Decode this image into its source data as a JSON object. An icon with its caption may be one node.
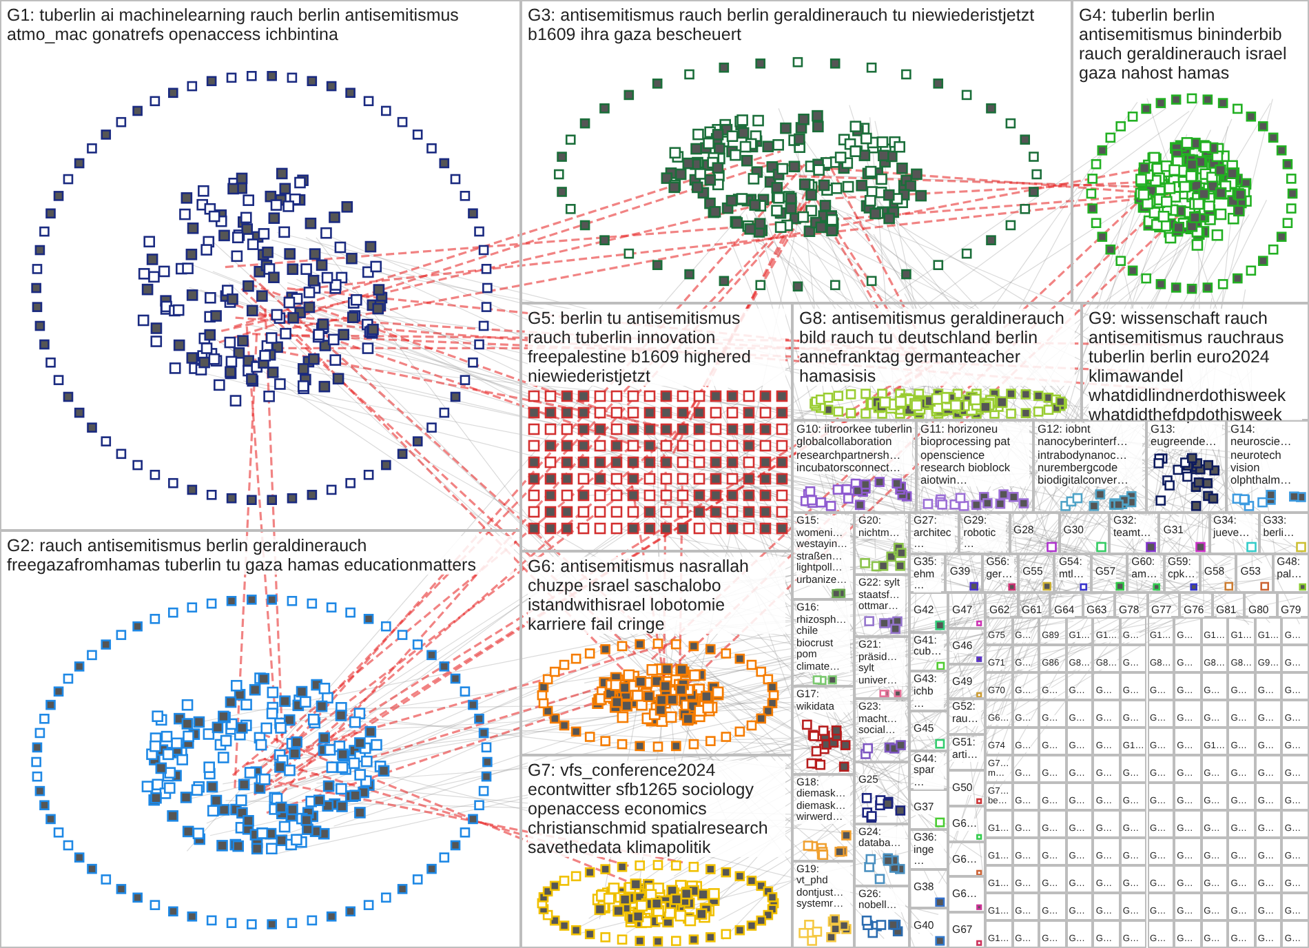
{
  "diagram": {
    "nodes": [
      {
        "text": [
          "G1: tuberlin ai machinelearning rauch berlin antisemitismus atmo_mac gonatrefs openaccess ichbintina"
        ]
      },
      {
        "text": [
          "G2: rauch antisemitismus berlin geraldinerauch freegazafromhamas tuberlin tu gaza hamas educationmatters"
        ]
      },
      {
        "text": [
          "G3: antisemitismus rauch berlin geraldinerauch tu niewiederistjetzt b1609 ihra gaza bescheuert"
        ]
      },
      {
        "text": [
          "G4: tuberlin berlin antisemitismus bininderbib rauch geraldinerauch israel gaza nahost hamas"
        ]
      },
      {
        "text": [
          "G5: berlin tu antisemitismus rauch tuberlin innovation freepalestine b1609 highered niewiederistjetzt"
        ]
      },
      {
        "text": [
          "G6: antisemitismus nasrallah chuzpe israel saschalobo istandwithisrael lobotomie karriere fail cringe"
        ]
      },
      {
        "text": [
          "G7: vfs_conference2024 econtwitter sfb1265 sociology openaccess economics christianschmid spatialresearch savethedata klimapolitik"
        ]
      },
      {
        "text": [
          "G8: antisemitismus geraldinerauch bild rauch tu deutschland berlin annefranktag germanteacher hamasisis"
        ]
      },
      {
        "text": [
          "G9: wissenschaft rauch antisemitismus rauchraus tuberlin berlin euro2024 klimawandel whatdidlindnerdothisweek whatdidthefdpdothisweek"
        ]
      },
      {
        "text": [
          "G10: iitroorkee tuberlin globalcollaboration researchpartnersh… incubatorsconnect…"
        ]
      },
      {
        "text": [
          "G11: horizoneu bioprocessing pat openscience research bioblock aiotwin…"
        ]
      },
      {
        "text": [
          "G12: iobnt nanocyberinterf… intrabodynanoc… nurembergcode biodigitalconver…"
        ]
      },
      {
        "text": [
          "G13: eugreende…"
        ]
      },
      {
        "text": [
          "G14: neuroscie… neurotech vision olphthalm…"
        ]
      },
      {
        "text": [
          "G15: womeni… westayin… straßen… lightpoll… urbanize…"
        ]
      },
      {
        "text": [
          "G16: rhizosph… chile biocrust pom climate…"
        ]
      },
      {
        "text": [
          "G17: wikidata"
        ]
      },
      {
        "text": [
          "G18: diemask… diemask… wirwerd…"
        ]
      },
      {
        "text": [
          "G19: vt_phd dontjust… systemr…"
        ]
      },
      {
        "text": [
          "G20: nichtm…"
        ]
      },
      {
        "text": [
          "G22: sylt staatsf… ottmar…"
        ]
      },
      {
        "text": [
          "G21: präsid… sylt univer…"
        ]
      },
      {
        "text": [
          "G23: macht… social…"
        ]
      },
      {
        "text": [
          "G25"
        ]
      },
      {
        "text": [
          "G24: databa…"
        ]
      },
      {
        "text": [
          "G26: nobell…"
        ]
      },
      {
        "text": [
          "G27: architec…"
        ]
      },
      {
        "text": [
          "G29: robotic…"
        ]
      },
      {
        "text": [
          "G28"
        ]
      },
      {
        "text": [
          "G30"
        ]
      },
      {
        "text": [
          "G32: teamt…"
        ]
      },
      {
        "text": [
          "G31"
        ]
      },
      {
        "text": [
          "G34: jueve…"
        ]
      },
      {
        "text": [
          "G33: berli…"
        ]
      },
      {
        "text": [
          "G35: ehm…"
        ]
      },
      {
        "text": [
          "G39"
        ]
      },
      {
        "text": [
          "G56: ger…"
        ]
      },
      {
        "text": [
          "G55"
        ]
      },
      {
        "text": [
          "G54: mtl…"
        ]
      },
      {
        "text": [
          "G57"
        ]
      },
      {
        "text": [
          "G60: am…"
        ]
      },
      {
        "text": [
          "G59: cpk…"
        ]
      },
      {
        "text": [
          "G58"
        ]
      },
      {
        "text": [
          "G53"
        ]
      },
      {
        "text": [
          "G48: pal…"
        ]
      },
      {
        "text": [
          "G42"
        ]
      },
      {
        "text": [
          "G41: cub…"
        ]
      },
      {
        "text": [
          "G43: ichb…"
        ]
      },
      {
        "text": [
          "G45"
        ]
      },
      {
        "text": [
          "G44: spar…"
        ]
      },
      {
        "text": [
          "G37"
        ]
      },
      {
        "text": [
          "G36: inge…"
        ]
      },
      {
        "text": [
          "G38"
        ]
      },
      {
        "text": [
          "G40"
        ]
      },
      {
        "text": [
          "G47"
        ]
      },
      {
        "text": [
          "G46"
        ]
      },
      {
        "text": [
          "G49"
        ]
      },
      {
        "text": [
          "G52: rau…"
        ]
      },
      {
        "text": [
          "G51: arti…"
        ]
      },
      {
        "text": [
          "G50"
        ]
      },
      {
        "text": [
          "G6…"
        ]
      },
      {
        "text": [
          "G6…"
        ]
      },
      {
        "text": [
          "G6…"
        ]
      },
      {
        "text": [
          "G67"
        ]
      },
      {
        "text": [
          "G62"
        ]
      },
      {
        "text": [
          "G61"
        ]
      },
      {
        "text": [
          "G64"
        ]
      },
      {
        "text": [
          "G63"
        ]
      },
      {
        "text": [
          "G78"
        ]
      },
      {
        "text": [
          "G77"
        ]
      },
      {
        "text": [
          "G76"
        ]
      },
      {
        "text": [
          "G81"
        ]
      },
      {
        "text": [
          "G80"
        ]
      },
      {
        "text": [
          "G79"
        ]
      },
      {
        "text": [
          "G75"
        ]
      },
      {
        "text": [
          "G…"
        ]
      },
      {
        "text": [
          "G89"
        ]
      },
      {
        "text": [
          "G1…"
        ]
      },
      {
        "text": [
          "G1…"
        ]
      },
      {
        "text": [
          "G…"
        ]
      },
      {
        "text": [
          "G1…"
        ]
      },
      {
        "text": [
          "G…"
        ]
      },
      {
        "text": [
          "G1…"
        ]
      },
      {
        "text": [
          "G1…"
        ]
      },
      {
        "text": [
          "G1…"
        ]
      },
      {
        "text": [
          "G…"
        ]
      },
      {
        "text": [
          "G71"
        ]
      },
      {
        "text": [
          "G…"
        ]
      },
      {
        "text": [
          "G86"
        ]
      },
      {
        "text": [
          "G8…"
        ]
      },
      {
        "text": [
          "G8…"
        ]
      },
      {
        "text": [
          "G…"
        ]
      },
      {
        "text": [
          "G8…"
        ]
      },
      {
        "text": [
          "G…"
        ]
      },
      {
        "text": [
          "G8…"
        ]
      },
      {
        "text": [
          "G8…"
        ]
      },
      {
        "text": [
          "G9…"
        ]
      },
      {
        "text": [
          "G…"
        ]
      },
      {
        "text": [
          "G70"
        ]
      },
      {
        "text": [
          "G…"
        ]
      },
      {
        "text": [
          "G…"
        ]
      },
      {
        "text": [
          "G…"
        ]
      },
      {
        "text": [
          "G…"
        ]
      },
      {
        "text": [
          "G…"
        ]
      },
      {
        "text": [
          "G…"
        ]
      },
      {
        "text": [
          "G…"
        ]
      },
      {
        "text": [
          "G…"
        ]
      },
      {
        "text": [
          "G…"
        ]
      },
      {
        "text": [
          "G…"
        ]
      },
      {
        "text": [
          "G…"
        ]
      },
      {
        "text": [
          "G6…"
        ]
      },
      {
        "text": [
          "G…"
        ]
      },
      {
        "text": [
          "G…"
        ]
      },
      {
        "text": [
          "G…"
        ]
      },
      {
        "text": [
          "G…"
        ]
      },
      {
        "text": [
          "G…"
        ]
      },
      {
        "text": [
          "G…"
        ]
      },
      {
        "text": [
          "G…"
        ]
      },
      {
        "text": [
          "G…"
        ]
      },
      {
        "text": [
          "G…"
        ]
      },
      {
        "text": [
          "G…"
        ]
      },
      {
        "text": [
          "G…"
        ]
      },
      {
        "text": [
          "G74"
        ]
      },
      {
        "text": [
          "G…"
        ]
      },
      {
        "text": [
          "G…"
        ]
      },
      {
        "text": [
          "G…"
        ]
      },
      {
        "text": [
          "G…"
        ]
      },
      {
        "text": [
          "G1…"
        ]
      },
      {
        "text": [
          "G…"
        ]
      },
      {
        "text": [
          "G…"
        ]
      },
      {
        "text": [
          "G1…"
        ]
      },
      {
        "text": [
          "G…"
        ]
      },
      {
        "text": [
          "G…"
        ]
      },
      {
        "text": [
          "G…"
        ]
      },
      {
        "text": [
          "G7… m…"
        ]
      },
      {
        "text": [
          "G…"
        ]
      },
      {
        "text": [
          "G…"
        ]
      },
      {
        "text": [
          "G…"
        ]
      },
      {
        "text": [
          "G…"
        ]
      },
      {
        "text": [
          "G…"
        ]
      },
      {
        "text": [
          "G…"
        ]
      },
      {
        "text": [
          "G…"
        ]
      },
      {
        "text": [
          "G…"
        ]
      },
      {
        "text": [
          "G…"
        ]
      },
      {
        "text": [
          "G…"
        ]
      },
      {
        "text": [
          "G…"
        ]
      },
      {
        "text": [
          "G7… be…"
        ]
      },
      {
        "text": [
          "G…"
        ]
      },
      {
        "text": [
          "G…"
        ]
      },
      {
        "text": [
          "G…"
        ]
      },
      {
        "text": [
          "G…"
        ]
      },
      {
        "text": [
          "G…"
        ]
      },
      {
        "text": [
          "G…"
        ]
      },
      {
        "text": [
          "G…"
        ]
      },
      {
        "text": [
          "G…"
        ]
      },
      {
        "text": [
          "G…"
        ]
      },
      {
        "text": [
          "G…"
        ]
      },
      {
        "text": [
          "G…"
        ]
      },
      {
        "text": [
          "G1…"
        ]
      },
      {
        "text": [
          "G…"
        ]
      },
      {
        "text": [
          "G…"
        ]
      },
      {
        "text": [
          "G…"
        ]
      },
      {
        "text": [
          "G…"
        ]
      },
      {
        "text": [
          "G…"
        ]
      },
      {
        "text": [
          "G…"
        ]
      },
      {
        "text": [
          "G…"
        ]
      },
      {
        "text": [
          "G…"
        ]
      },
      {
        "text": [
          "G…"
        ]
      },
      {
        "text": [
          "G…"
        ]
      },
      {
        "text": [
          "G…"
        ]
      },
      {
        "text": [
          "G1…"
        ]
      },
      {
        "text": [
          "G…"
        ]
      },
      {
        "text": [
          "G…"
        ]
      },
      {
        "text": [
          "G…"
        ]
      },
      {
        "text": [
          "G…"
        ]
      },
      {
        "text": [
          "G…"
        ]
      },
      {
        "text": [
          "G…"
        ]
      },
      {
        "text": [
          "G…"
        ]
      },
      {
        "text": [
          "G…"
        ]
      },
      {
        "text": [
          "G…"
        ]
      },
      {
        "text": [
          "G…"
        ]
      },
      {
        "text": [
          "G…"
        ]
      },
      {
        "text": [
          "G1…"
        ]
      },
      {
        "text": [
          "G…"
        ]
      },
      {
        "text": [
          "G…"
        ]
      },
      {
        "text": [
          "G…"
        ]
      },
      {
        "text": [
          "G…"
        ]
      },
      {
        "text": [
          "G…"
        ]
      },
      {
        "text": [
          "G…"
        ]
      },
      {
        "text": [
          "G…"
        ]
      },
      {
        "text": [
          "G…"
        ]
      },
      {
        "text": [
          "G…"
        ]
      },
      {
        "text": [
          "G…"
        ]
      },
      {
        "text": [
          "G…"
        ]
      },
      {
        "text": [
          "G1…"
        ]
      },
      {
        "text": [
          "G…"
        ]
      },
      {
        "text": [
          "G…"
        ]
      },
      {
        "text": [
          "G…"
        ]
      },
      {
        "text": [
          "G…"
        ]
      },
      {
        "text": [
          "G…"
        ]
      },
      {
        "text": [
          "G…"
        ]
      },
      {
        "text": [
          "G…"
        ]
      },
      {
        "text": [
          "G…"
        ]
      },
      {
        "text": [
          "G…"
        ]
      },
      {
        "text": [
          "G…"
        ]
      },
      {
        "text": [
          "G…"
        ]
      },
      {
        "text": [
          "G1…"
        ]
      },
      {
        "text": [
          "G…"
        ]
      },
      {
        "text": [
          "G…"
        ]
      },
      {
        "text": [
          "G…"
        ]
      },
      {
        "text": [
          "G…"
        ]
      },
      {
        "text": [
          "G…"
        ]
      },
      {
        "text": [
          "G…"
        ]
      },
      {
        "text": [
          "G…"
        ]
      },
      {
        "text": [
          "G…"
        ]
      },
      {
        "text": [
          "G…"
        ]
      },
      {
        "text": [
          "G…"
        ]
      },
      {
        "text": [
          "G…"
        ]
      }
    ]
  }
}
